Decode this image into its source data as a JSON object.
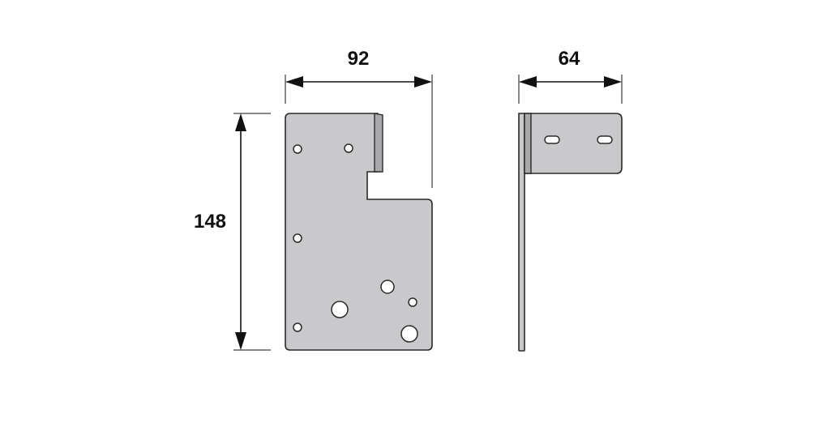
{
  "dimensions": {
    "width_front": "92",
    "width_side": "64",
    "height": "148"
  }
}
